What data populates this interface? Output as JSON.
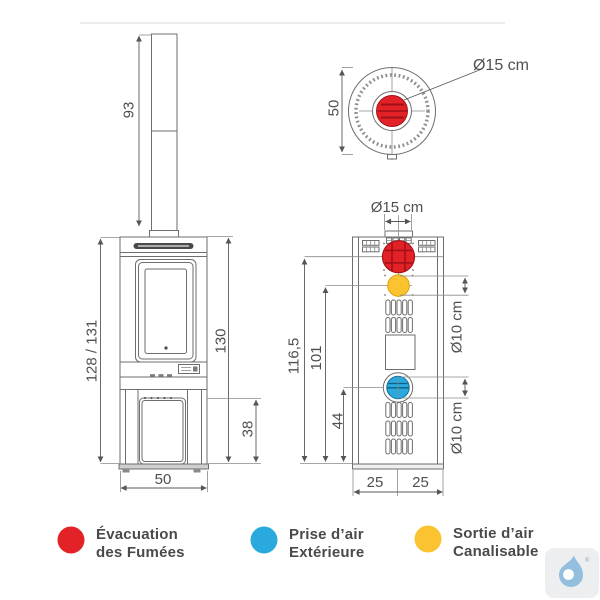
{
  "colors": {
    "smoke_red": "#e32228",
    "air_intake_blue": "#2aa9de",
    "ductable_yellow": "#fcc330",
    "drawing_line_gray": "#6e6e6e",
    "dimension_text_gray": "#4f4f4f",
    "legend_text_gray": "#4a4a4a",
    "logo_blue": "#93bede"
  },
  "top_view": {
    "depth_dim": "50",
    "flue_diameter_label": "Ø15 cm"
  },
  "front_view": {
    "chimney_height_dim": "93",
    "total_height_dim": "128 / 131",
    "body_height_dim": "130",
    "lower_section_height_dim": "38",
    "width_dim": "50"
  },
  "rear_view": {
    "flue_diameter_label": "Ø15 cm",
    "flue_center_height_dim": "116,5",
    "duct_outlet_height_dim": "101",
    "air_intake_height_dim": "44",
    "duct_outlet_diameter_label": "Ø10 cm",
    "air_intake_diameter_label": "Ø10 cm",
    "half_width_left_dim": "25",
    "half_width_right_dim": "25"
  },
  "legend": {
    "items": [
      {
        "label_line1": "Évacuation",
        "label_line2": "des Fumées",
        "color": "#e32228"
      },
      {
        "label_line1": "Prise d’air",
        "label_line2": "Extérieure",
        "color": "#2aa9de"
      },
      {
        "label_line1": "Sortie d’air",
        "label_line2": "Canalisable",
        "color": "#fcc330"
      }
    ]
  },
  "logo": {
    "reg_mark": "®"
  }
}
